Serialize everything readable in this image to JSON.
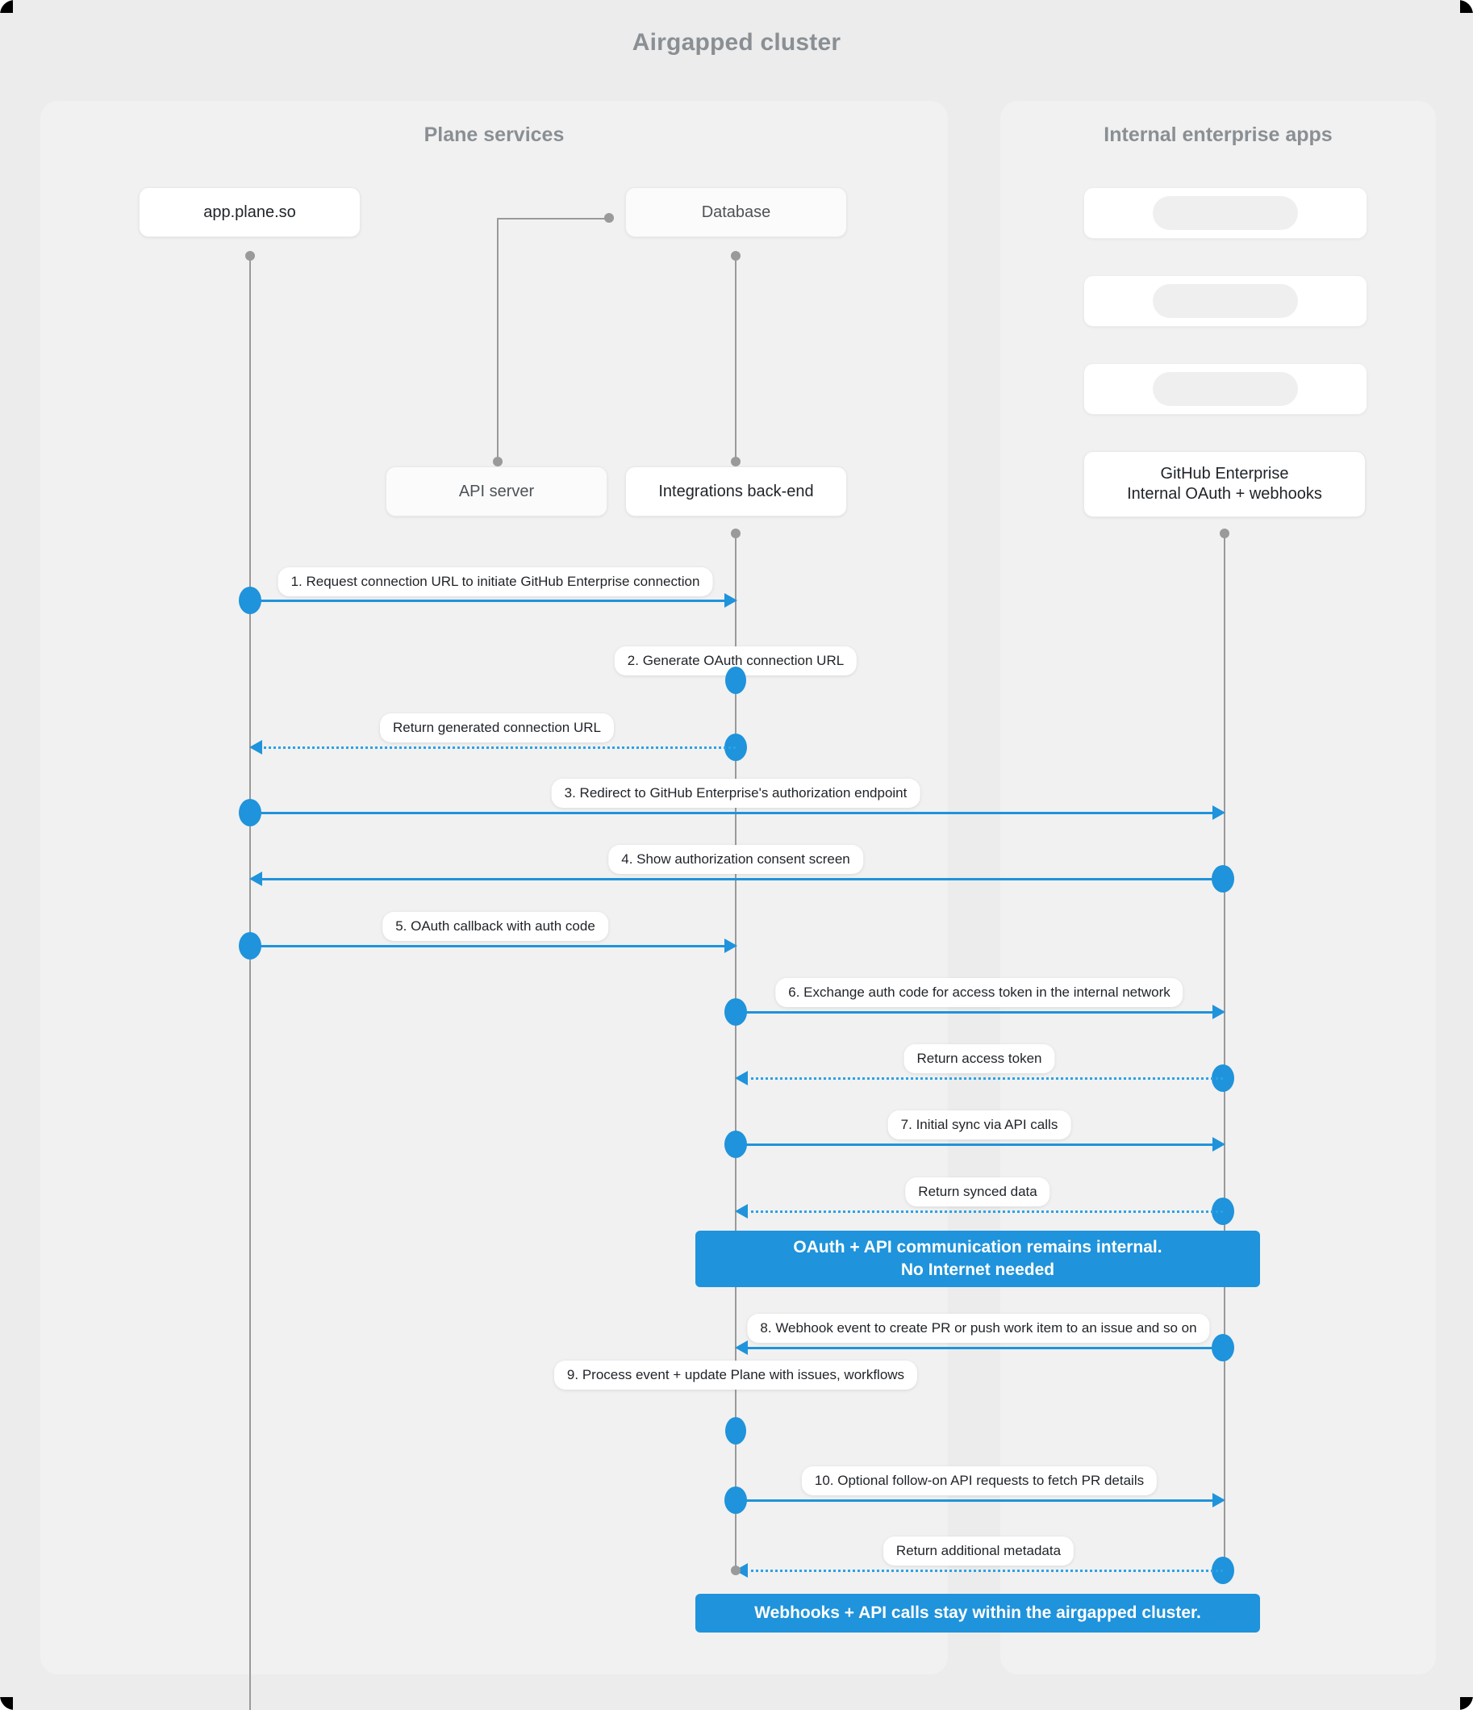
{
  "diagram": {
    "title": "Airgapped cluster",
    "accent_color": "#1f93db",
    "panel_bg": "#f1f1f1",
    "canvas_bg": "#ececec"
  },
  "panels": [
    {
      "id": "plane",
      "title": "Plane services"
    },
    {
      "id": "internal",
      "title": "Internal enterprise apps"
    }
  ],
  "participants": [
    {
      "id": "app",
      "label": "app.plane.so",
      "panel": "plane"
    },
    {
      "id": "db",
      "label": "Database",
      "panel": "plane"
    },
    {
      "id": "api",
      "label": "API server",
      "panel": "plane"
    },
    {
      "id": "intb",
      "label": "Integrations back-end",
      "panel": "plane"
    },
    {
      "id": "ghe",
      "label": "GitHub Enterprise\nInternal OAuth + webhooks",
      "line1": "GitHub Enterprise",
      "line2": "Internal OAuth + webhooks",
      "panel": "internal"
    }
  ],
  "placeholder_cards": [
    {
      "id": "ph1",
      "label": ""
    },
    {
      "id": "ph2",
      "label": ""
    },
    {
      "id": "ph3",
      "label": ""
    }
  ],
  "messages": [
    {
      "n": 1,
      "label": "1. Request connection URL to initiate GitHub Enterprise connection",
      "from": "app",
      "to": "intb",
      "style": "solid"
    },
    {
      "n": 2,
      "label": "2. Generate OAuth connection URL",
      "from": "intb",
      "to": "intb",
      "style": "self"
    },
    {
      "n": 3,
      "label": "Return generated connection URL",
      "from": "intb",
      "to": "app",
      "style": "dashed"
    },
    {
      "n": 4,
      "label": "3. Redirect to GitHub Enterprise's authorization endpoint",
      "from": "app",
      "to": "ghe",
      "style": "solid"
    },
    {
      "n": 5,
      "label": "4. Show authorization consent screen",
      "from": "ghe",
      "to": "app",
      "style": "solid"
    },
    {
      "n": 6,
      "label": "5. OAuth callback with auth code",
      "from": "app",
      "to": "intb",
      "style": "solid"
    },
    {
      "n": 7,
      "label": "6. Exchange auth code for access token in the internal network",
      "from": "intb",
      "to": "ghe",
      "style": "solid"
    },
    {
      "n": 8,
      "label": "Return access token",
      "from": "ghe",
      "to": "intb",
      "style": "dashed"
    },
    {
      "n": 9,
      "label": "7. Initial sync via API calls",
      "from": "intb",
      "to": "ghe",
      "style": "solid"
    },
    {
      "n": 10,
      "label": "Return synced data",
      "from": "ghe",
      "to": "intb",
      "style": "dashed"
    },
    {
      "n": 11,
      "label": "8. Webhook event to create PR  or push work item to an issue  and so on",
      "from": "ghe",
      "to": "intb",
      "style": "solid"
    },
    {
      "n": 12,
      "label": "9. Process event + update Plane with issues, workflows",
      "from": "intb",
      "to": "intb",
      "style": "self"
    },
    {
      "n": 13,
      "label": "10. Optional follow-on API requests to fetch PR details",
      "from": "intb",
      "to": "ghe",
      "style": "solid"
    },
    {
      "n": 14,
      "label": "Return additional metadata",
      "from": "ghe",
      "to": "intb",
      "style": "dashed"
    }
  ],
  "notes": [
    {
      "id": "note-internal",
      "line1": "OAuth + API communication remains internal.",
      "line2": "No Internet needed"
    },
    {
      "id": "note-airgap",
      "line1": "Webhooks + API calls stay within the airgapped cluster.",
      "line2": ""
    }
  ]
}
